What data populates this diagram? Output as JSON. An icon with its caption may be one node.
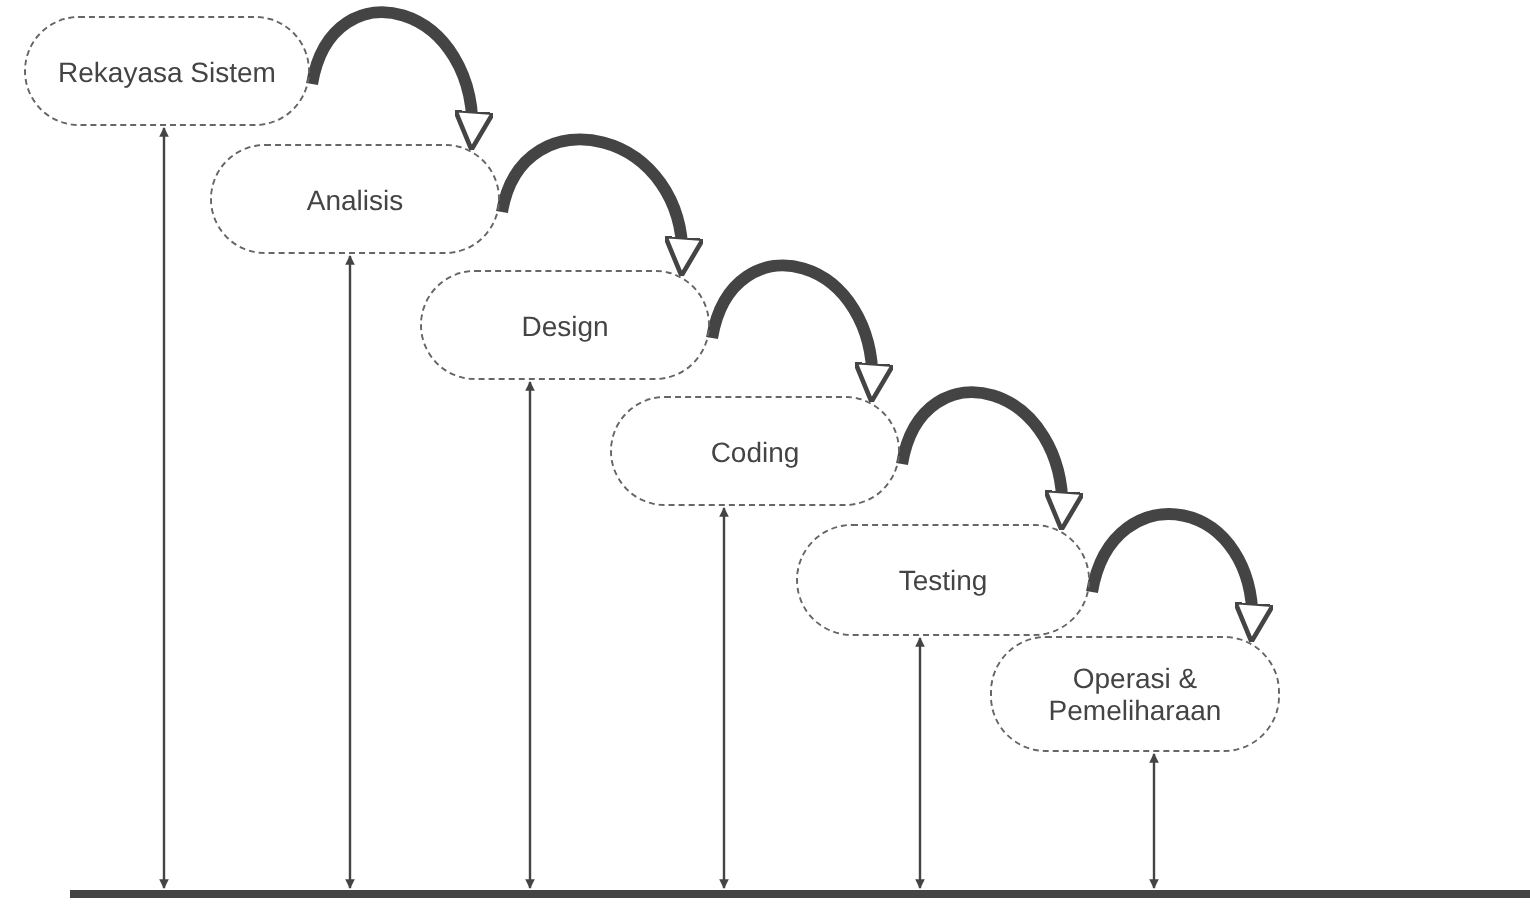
{
  "diagram": {
    "nodes": [
      {
        "text": [
          "Rekayasa Sistem"
        ]
      },
      {
        "text": [
          "Analisis"
        ]
      },
      {
        "text": [
          "Design"
        ]
      },
      {
        "text": [
          "Coding"
        ]
      },
      {
        "text": [
          "Testing"
        ]
      },
      {
        "text": [
          "Operasi & Pemeliharaan"
        ]
      },
      {
        "text": [],
        "shape": "bar"
      }
    ],
    "edges": [
      {
        "from": 0,
        "to": 1,
        "arrow": "to",
        "style": "thick"
      },
      {
        "from": 1,
        "to": 2,
        "arrow": "to",
        "style": "thick"
      },
      {
        "from": 2,
        "to": 3,
        "arrow": "to",
        "style": "thick"
      },
      {
        "from": 3,
        "to": 4,
        "arrow": "to",
        "style": "thick"
      },
      {
        "from": 4,
        "to": 5,
        "arrow": "to",
        "style": "thick"
      },
      {
        "from": 6,
        "to": 0,
        "arrow": "both"
      },
      {
        "from": 6,
        "to": 1,
        "arrow": "both"
      },
      {
        "from": 6,
        "to": 2,
        "arrow": "both"
      },
      {
        "from": 6,
        "to": 3,
        "arrow": "both"
      },
      {
        "from": 6,
        "to": 4,
        "arrow": "both"
      },
      {
        "from": 6,
        "to": 5,
        "arrow": "both"
      }
    ]
  }
}
